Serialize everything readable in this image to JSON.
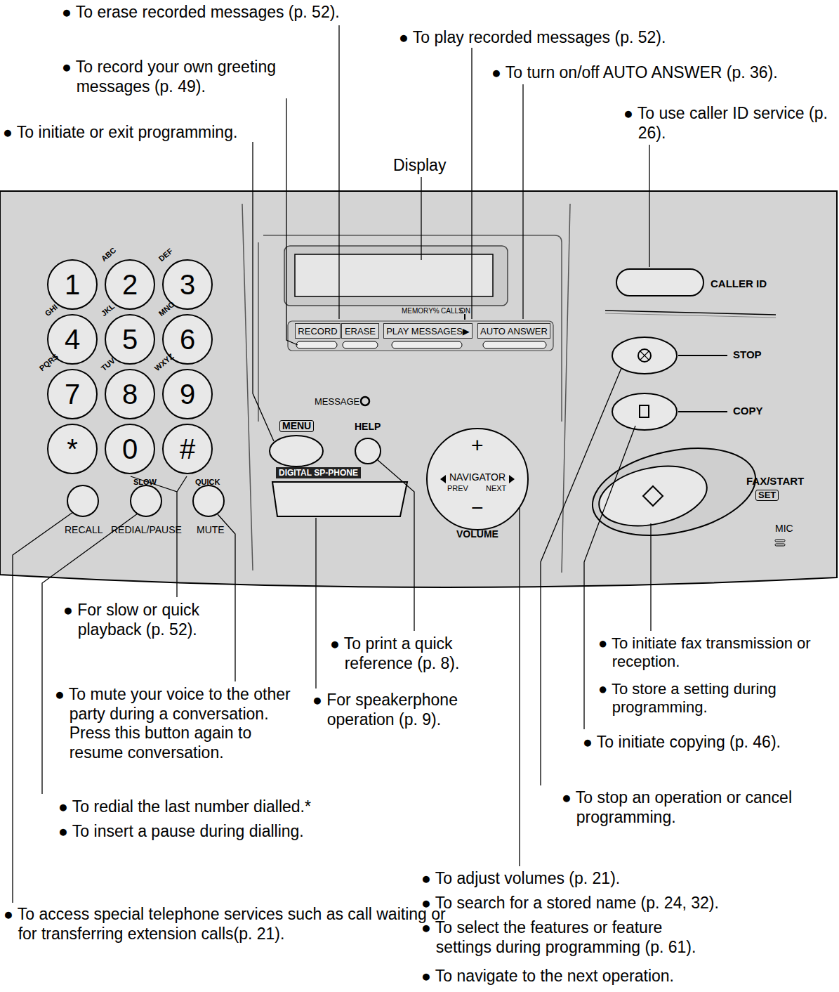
{
  "diagram": {
    "nodes": [
      {
        "text": [
          "RECORD"
        ]
      },
      {
        "text": [
          "ERASE"
        ]
      },
      {
        "text": [
          "PLAY MESSAGES▶"
        ]
      },
      {
        "text": [
          "AUTO ANSWER"
        ]
      },
      {
        "text": [
          "1"
        ]
      },
      {
        "text": [
          "2"
        ]
      },
      {
        "text": [
          "3"
        ]
      },
      {
        "text": [
          "4"
        ]
      },
      {
        "text": [
          "5"
        ]
      },
      {
        "text": [
          "6"
        ]
      },
      {
        "text": [
          "7"
        ]
      },
      {
        "text": [
          "8"
        ]
      },
      {
        "text": [
          "9"
        ]
      },
      {
        "text": [
          "*"
        ]
      },
      {
        "text": [
          "0"
        ]
      },
      {
        "text": [
          "#"
        ]
      }
    ],
    "labels": [
      "● To erase recorded messages (p. 52).",
      "● To play recorded messages (p. 52).",
      "● To record your own greeting messages (p. 49).",
      "● To turn on/off AUTO ANSWER (p. 36).",
      "● To initiate or exit programming.",
      "● To use caller ID service (p. 26).",
      "Display",
      "ABC",
      "DEF",
      "GHI",
      "JKL",
      "MNO",
      "PQRS",
      "TUV",
      "WXYZ",
      "SLOW",
      "QUICK",
      "RECALL",
      "REDIAL/PAUSE",
      "MUTE",
      "MEMORY%",
      "CALLS",
      "ON",
      "MESSAGE",
      "MENU",
      "HELP",
      "DIGITAL SP-PHONE",
      "NAVIGATOR",
      "PREV",
      "NEXT",
      "+",
      "−",
      "VOLUME",
      "CALLER ID",
      "STOP",
      "COPY",
      "FAX/START",
      "SET",
      "MIC",
      "● For slow or quick playback (p. 52).",
      "● To print a quick reference (p. 8).",
      "● To mute your voice to the other party during a conversation. Press this button again to resume conversation.",
      "● For speakerphone operation (p. 9).",
      "● To initiate fax transmission or reception.",
      "● To store a setting during programming.",
      "● To initiate copying (p. 46).",
      "● To stop an operation or cancel programming.",
      "● To redial the last number dialled.*",
      "● To insert a pause during dialling.",
      "● To adjust volumes (p. 21).",
      "● To search for a stored name (p. 24, 32).",
      "● To select the features or feature settings during programming (p. 61).",
      "● To navigate to the next operation.",
      "● To access special telephone services such as call waiting or for transferring extension calls(p. 21)."
    ]
  }
}
